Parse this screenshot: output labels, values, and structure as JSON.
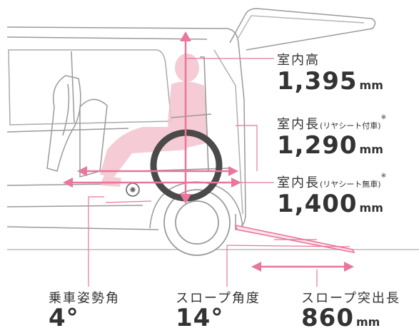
{
  "colors": {
    "accent": "#e8779a",
    "accent_light": "#f4c3cf",
    "line": "#555555",
    "text": "#333333"
  },
  "labels": {
    "height": {
      "title": "室内高",
      "value": "1,395",
      "unit": "mm"
    },
    "length_with_seat": {
      "title": "室内長",
      "note": "(リヤシート付車)",
      "mark": "※",
      "value": "1,290",
      "unit": "mm"
    },
    "length_without_seat": {
      "title": "室内長",
      "note": "(リヤシート無車)",
      "mark": "※",
      "value": "1,400",
      "unit": "mm"
    },
    "boarding_angle": {
      "title": "乗車姿勢角",
      "value": "4°"
    },
    "slope_angle": {
      "title": "スロープ角度",
      "value": "14°"
    },
    "slope_extension": {
      "title": "スロープ突出長",
      "value": "860",
      "unit": "mm"
    }
  },
  "icons": [
    "wheelchair-icon",
    "seated-person-icon",
    "folded-seat-icon",
    "van-outline-icon"
  ]
}
